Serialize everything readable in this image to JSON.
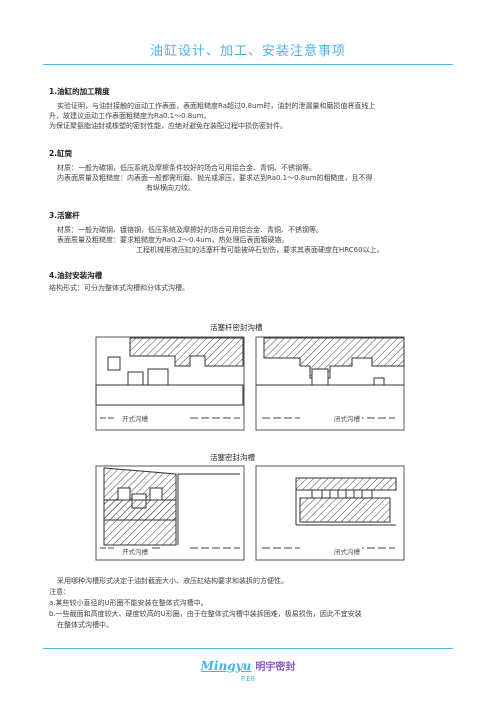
{
  "page": {
    "title": "油缸设计、加工、安装注意事项",
    "page_number": "P.E8"
  },
  "sections": [
    {
      "heading": "1.油缸的加工精度",
      "lines": [
        "实验证明，与油封接触的运动工作表面，表面粗糙度Ra超过0.8um时，油封的泄漏量和磨损值将直线上",
        "升，故建议运动工作表面粗糙度为Ra0.1～0.8um。",
        "为保证聚氨脂油封或橡塑的密封性能，应绝对避免在装配过程中损伤密封件。"
      ]
    },
    {
      "heading": "2.缸筒",
      "lines": [
        "材质：一般为碳钢，低压系统及摩擦条件较好的场合可用铝合金、青铜、不锈钢等。",
        "内表面质量及粗糙度：内表面一般都需珩磨、抛光或滚压，要求达到Ra0.1～0.8um的粗糙度，且不得",
        "有纵横向刀纹。"
      ]
    },
    {
      "heading": "3.活塞杆",
      "lines": [
        "材质：一般为碳钢、镀铬钢，低压系统及摩擦好的场合可用铝合金、青铜、不锈钢等。",
        "表面质量及粗糙度：要求粗糙度为Ra0.2～0.4um，热处理后表面镀硬铬。",
        "工程机械用液压缸的活塞杆有可能被碎石划伤，要求其表面硬度在HRC60以上。"
      ]
    },
    {
      "heading": "4.油封安装沟槽",
      "lines": [
        "结构形式：可分为整体式沟槽和分体式沟槽。"
      ]
    }
  ],
  "figures": {
    "rod_title": "活塞杆密封沟槽",
    "piston_title": "活塞密封沟槽",
    "open_groove": "开式沟槽",
    "closed_groove": "闭式沟槽"
  },
  "notes": {
    "lines": [
      "采用哪种沟槽形式决定于油封截面大小、液压缸结构要求和装拆的方便性。",
      "注意：",
      "a.某些较小直径的U形圈不能安装在整体式沟槽中。",
      "b.一些截面和高度较大、硬度较高的U形圈，由于在整体式沟槽中装拆困难，极易损伤，因此不宜安装",
      "在整体式沟槽中。"
    ]
  },
  "brand": {
    "en": "Mingyu",
    "cn": "明宇密封"
  },
  "colors": {
    "accent": "#4bb4e6",
    "brand_cn": "#8a5cc0"
  }
}
